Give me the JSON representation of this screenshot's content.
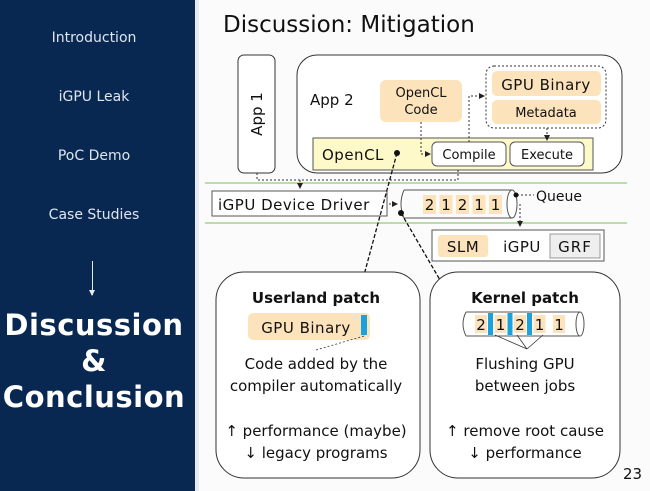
{
  "sidebar": {
    "items": [
      {
        "label": "Introduction"
      },
      {
        "label": "iGPU Leak"
      },
      {
        "label": "PoC Demo"
      },
      {
        "label": "Case Studies"
      }
    ],
    "current_section": {
      "line1": "Discussion",
      "line2": "&",
      "line3": "Conclusion"
    }
  },
  "slide": {
    "title": "Discussion: Mitigation",
    "page_number": "23"
  },
  "diagram": {
    "app1": "App 1",
    "app2": "App 2",
    "opencl_code": [
      "OpenCL",
      "Code"
    ],
    "gpu_binary": "GPU Binary",
    "metadata": "Metadata",
    "opencl": "OpenCL",
    "compile": "Compile",
    "execute": "Execute",
    "driver": "iGPU Device Driver",
    "queue_jobs": [
      "2",
      "1",
      "2",
      "1",
      "1"
    ],
    "queue_label": "Queue",
    "slm": "SLM",
    "igpu": "iGPU",
    "grf": "GRF",
    "userland": {
      "title": "Userland patch",
      "binary": "GPU Binary",
      "desc1": "Code added by the",
      "desc2": "compiler automatically",
      "pro": "↑ performance (maybe)",
      "con": "↓ legacy programs"
    },
    "kernel": {
      "title": "Kernel patch",
      "jobs": [
        "2",
        "1",
        "2",
        "1",
        "1"
      ],
      "desc1": "Flushing GPU",
      "desc2": "between jobs",
      "pro": "↑ remove root cause",
      "con": "↓ performance"
    },
    "colors": {
      "sidebar_bg": "#082852",
      "peach": "#fce3bc",
      "yellow": "#fdf9c9",
      "flush_blue": "#1ba1dc",
      "green_line": "#a9d18e",
      "grf_gray": "#eeeeee"
    }
  }
}
